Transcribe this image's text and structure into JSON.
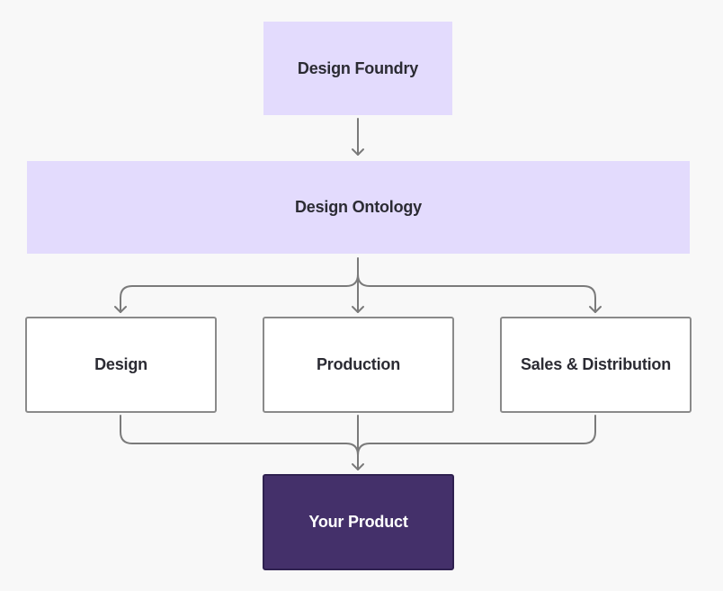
{
  "diagram": {
    "nodes": {
      "foundry": "Design Foundry",
      "ontology": "Design Ontology",
      "design": "Design",
      "production": "Production",
      "sales": "Sales & Distribution",
      "product": "Your Product"
    },
    "colors": {
      "lavender": "#e3dbfd",
      "product": "#44306a",
      "connector": "#7a7a7a",
      "border": "#8a8a8a"
    }
  }
}
